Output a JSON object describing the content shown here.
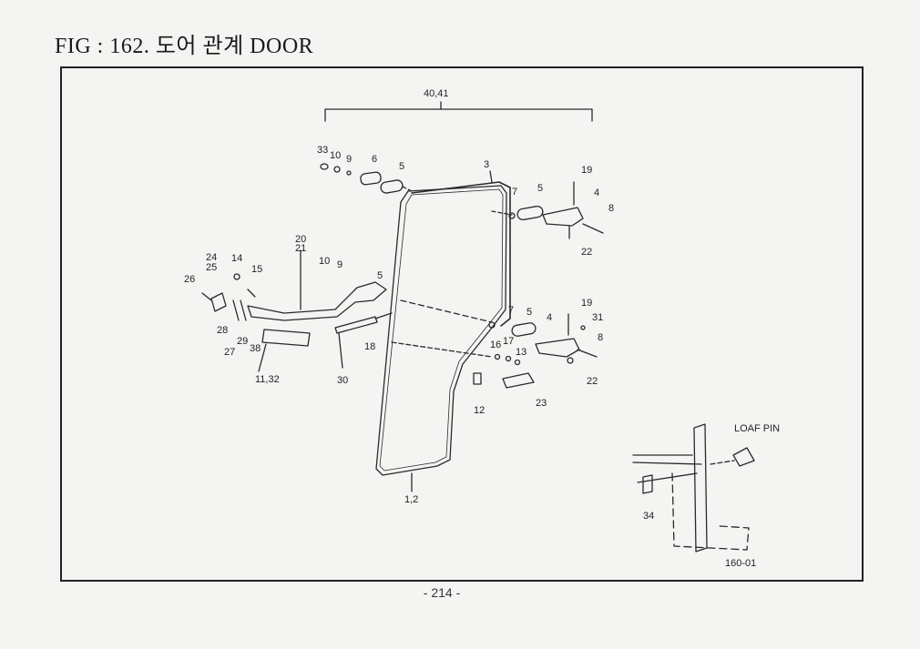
{
  "page": {
    "title": "FIG : 162. 도어 관계 DOOR",
    "page_number": "- 214 -"
  },
  "labels": {
    "assembly": "40,41",
    "p33": "33",
    "p10a": "10",
    "p9a": "9",
    "p6": "6",
    "p5a": "5",
    "p3": "3",
    "p7a": "7",
    "p5b": "5",
    "p19a": "19",
    "p4a": "4",
    "p8a": "8",
    "p22a": "22",
    "p20": "20",
    "p21": "21",
    "p10b": "10",
    "p9b": "9",
    "p5c": "5",
    "p24": "24",
    "p25": "25",
    "p14": "14",
    "p15": "15",
    "p26": "26",
    "p28": "28",
    "p27": "27",
    "p29": "29",
    "p38": "38",
    "p11_32": "11,32",
    "p30": "30",
    "p18": "18",
    "p7b": "7",
    "p5d": "5",
    "p19b": "19",
    "p4b": "4",
    "p31": "31",
    "p8b": "8",
    "p22b": "22",
    "p16": "16",
    "p17": "17",
    "p13": "13",
    "p12": "12",
    "p23": "23",
    "p1_2": "1,2",
    "loaf_pin": "LOAF PIN",
    "p34": "34",
    "p160_01": "160-01"
  }
}
